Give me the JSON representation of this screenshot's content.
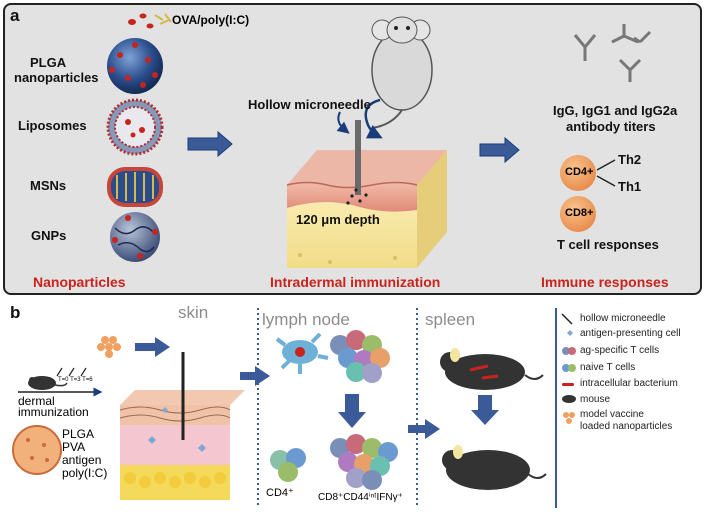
{
  "panel_a": {
    "letter": "a",
    "antigen_label": "OVA/poly(I:C)",
    "nanoparticles": [
      "PLGA nanoparticles",
      "Liposomes",
      "MSNs",
      "GNPs"
    ],
    "plga_line1": "PLGA",
    "plga_line2": "nanoparticles",
    "microneedle_label": "Hollow microneedle",
    "depth_label": "120 μm depth",
    "antibody_line1": "IgG, IgG1 and IgG2a",
    "antibody_line2": "antibody titers",
    "cell_cd4": "CD4+",
    "cell_cd8": "CD8+",
    "th2": "Th2",
    "th1": "Th1",
    "t_cell_label": "T cell responses",
    "section_nanoparticles": "Nanoparticles",
    "section_intradermal": "Intradermal immunization",
    "section_immune": "Immune responses"
  },
  "panel_b": {
    "letter": "b",
    "skin": "skin",
    "lymph_node": "lymph node",
    "spleen": "spleen",
    "timeline": "T=0 T=3 T=6",
    "dermal_line1": "dermal",
    "dermal_line2": "immunization",
    "particle_contents": [
      "PLGA",
      "PVA",
      "antigen",
      "poly(I:C)"
    ],
    "cd4_label": "CD4⁺",
    "cd8_label": "CD8⁺CD44ⁱⁿᵗIFNγ⁺",
    "legend": [
      "hollow microneedle",
      "antigen-presenting cell",
      "ag-specific T cells",
      "naive T cells",
      "intracellular bacterium",
      "mouse",
      "model vaccine",
      "loaded nanoparticles"
    ]
  },
  "colors": {
    "panel_a_bg": "#e2e2e2",
    "red_label": "#c8231c",
    "arrow_blue": "#3a5a98",
    "cell_orange": "#f0a060",
    "skin_pink": "#e79a8a",
    "skin_yellow": "#f5e49a"
  }
}
